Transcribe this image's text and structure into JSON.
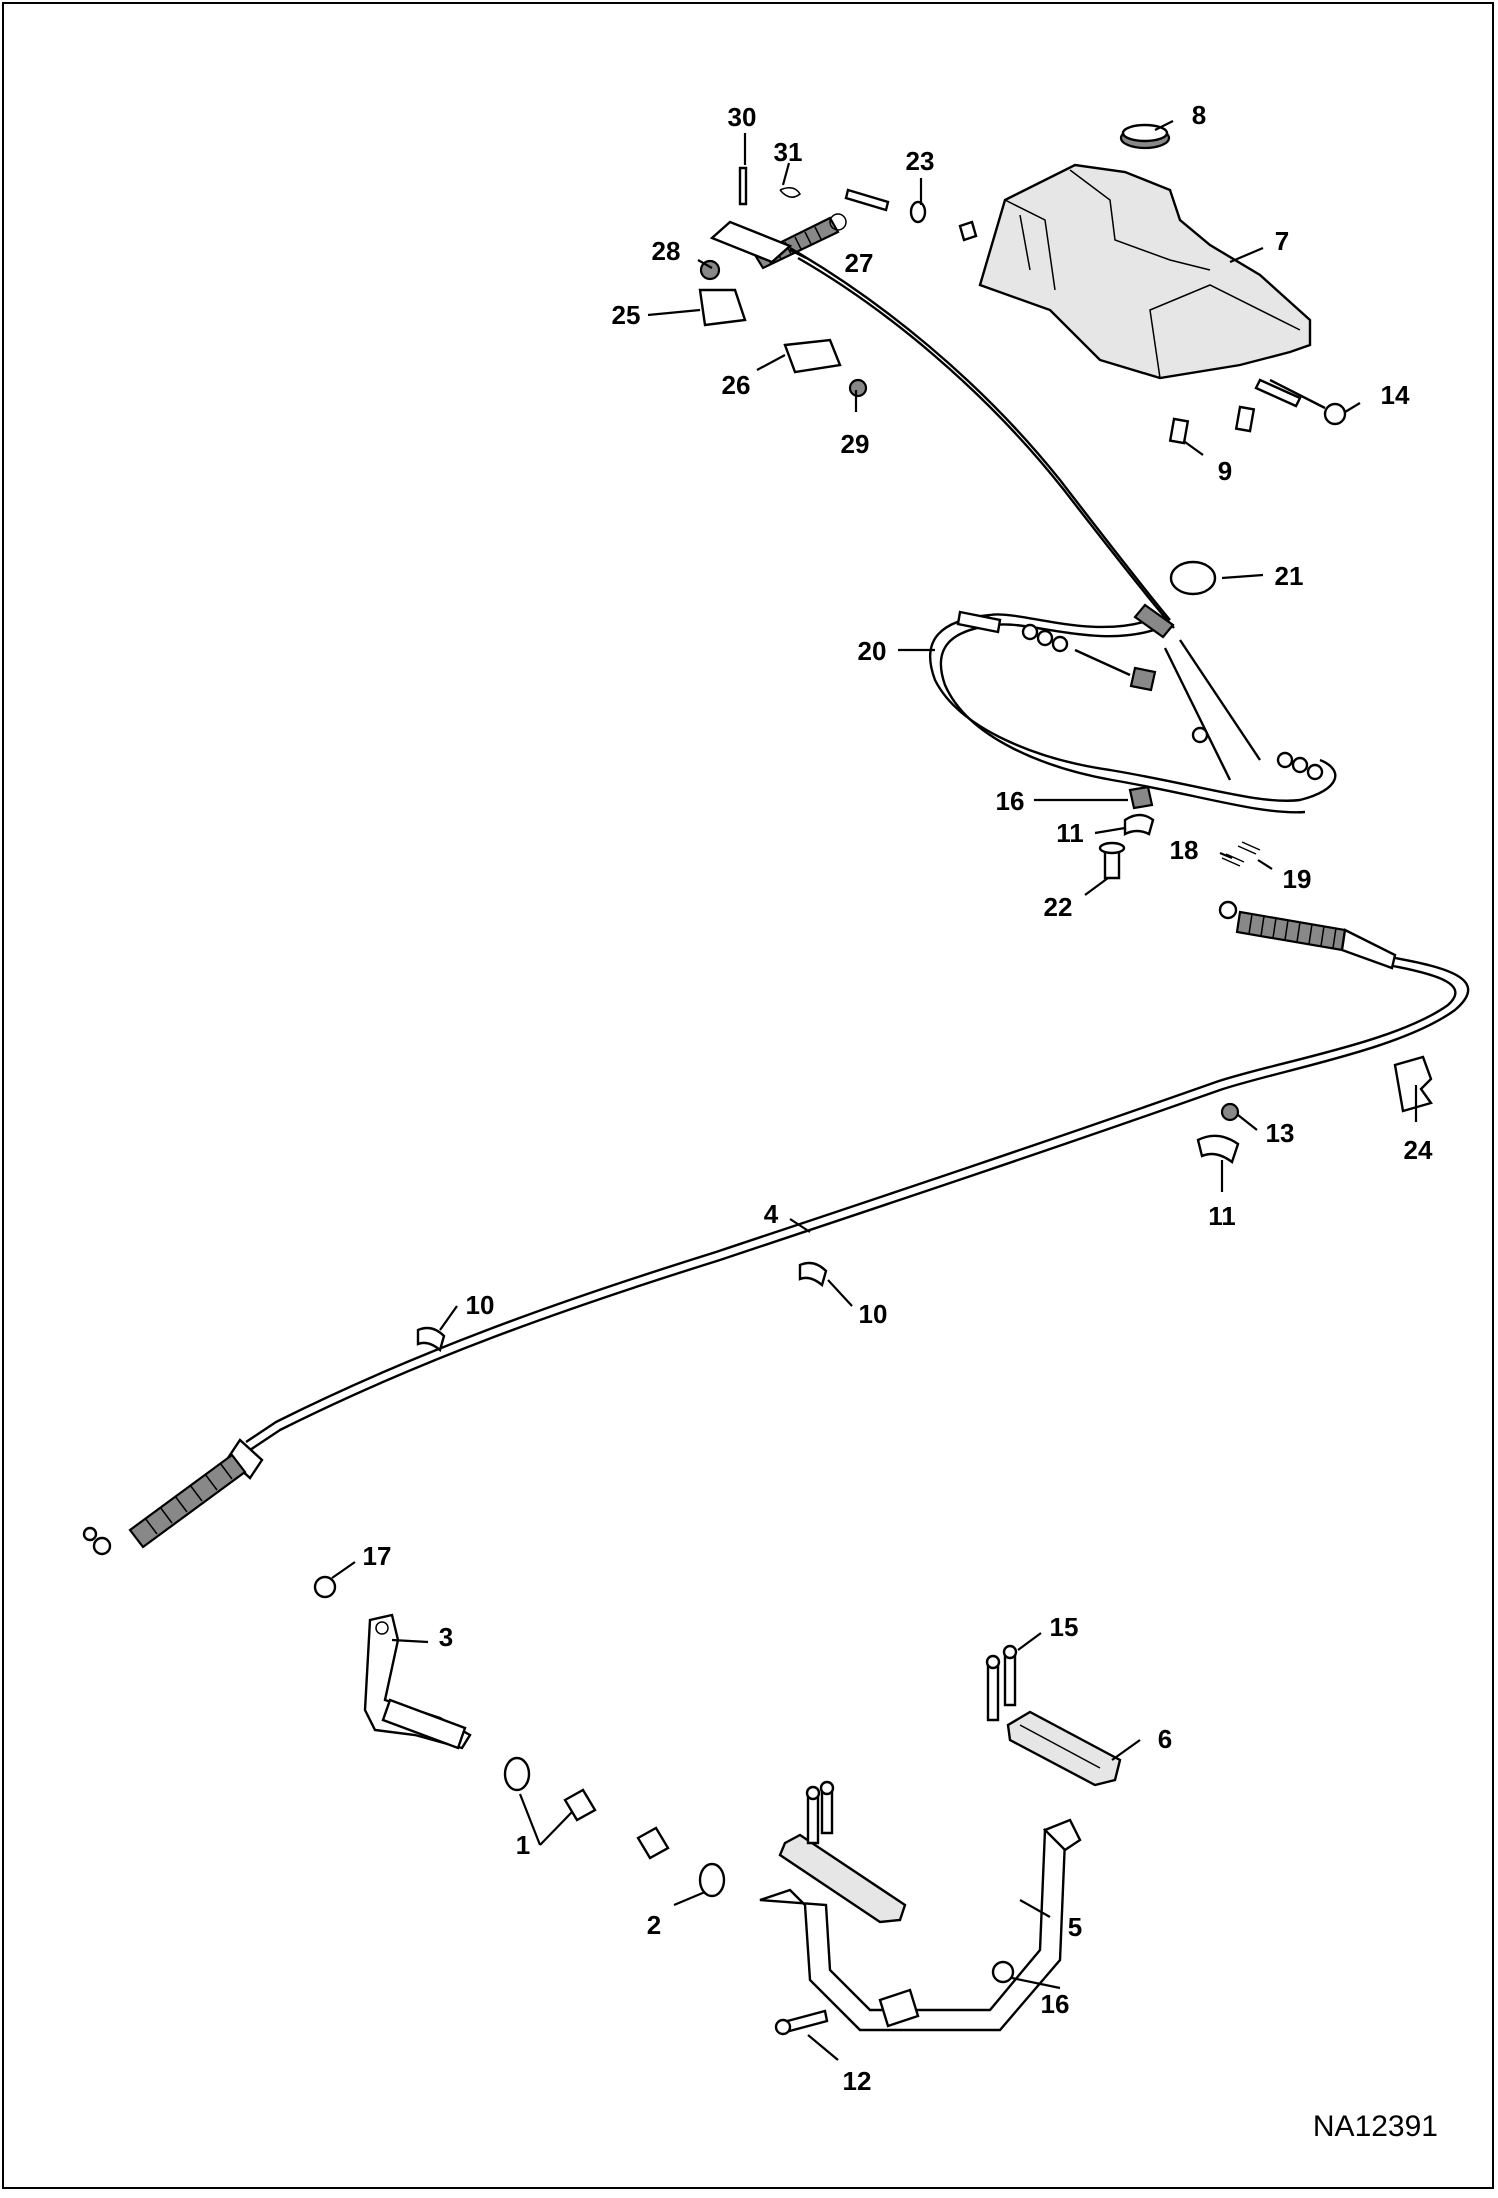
{
  "drawing_id": "NA12391",
  "callouts": [
    "1",
    "2",
    "3",
    "4",
    "5",
    "6",
    "7",
    "8",
    "9",
    "10",
    "10",
    "11",
    "11",
    "12",
    "13",
    "14",
    "15",
    "16",
    "16",
    "17",
    "18",
    "19",
    "20",
    "21",
    "22",
    "23",
    "24",
    "25",
    "26",
    "27",
    "28",
    "29",
    "30",
    "31"
  ]
}
